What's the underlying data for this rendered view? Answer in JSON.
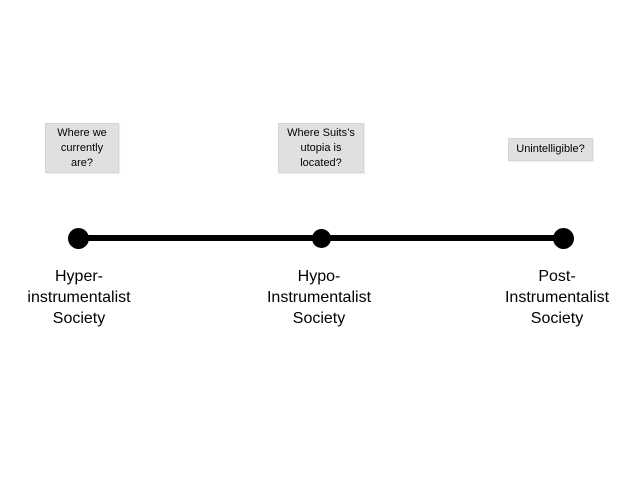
{
  "diagram": {
    "type": "spectrum-line",
    "title": "",
    "colors": {
      "background": "#ffffff",
      "line": "#000000",
      "dot": "#000000",
      "annotation_fill": "#e0e0e0",
      "text": "#000000"
    },
    "annotations": [
      {
        "id": "current",
        "text": "Where we\ncurrently\nare?"
      },
      {
        "id": "utopia",
        "text": "Where Suits’s\nutopia is\nlocated?"
      },
      {
        "id": "unintelligible",
        "text": "Unintelligible?"
      }
    ],
    "points": [
      {
        "id": "hyper",
        "label": "Hyper-\ninstrumentalist\nSociety",
        "position": "left"
      },
      {
        "id": "hypo",
        "label": "Hypo-\nInstrumentalist\nSociety",
        "position": "middle"
      },
      {
        "id": "post",
        "label": "Post-\nInstrumentalist\nSociety",
        "position": "right"
      }
    ]
  }
}
